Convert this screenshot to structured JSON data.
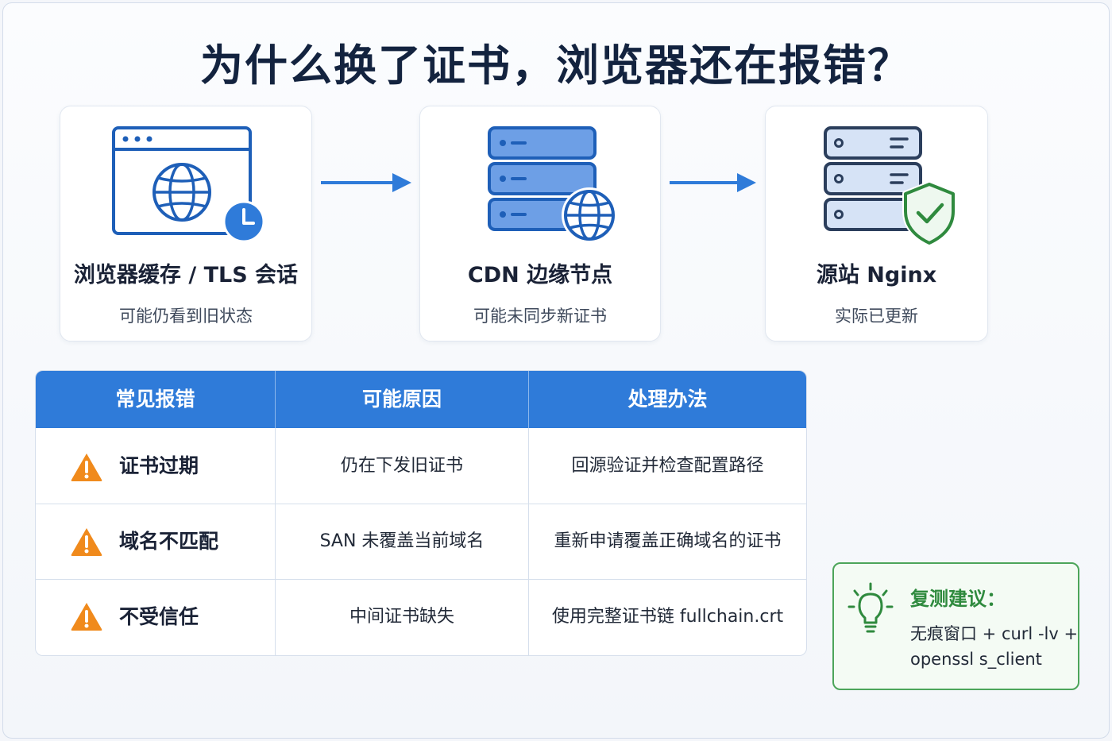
{
  "title": "为什么换了证书，浏览器还在报错？",
  "flow": [
    {
      "title": "浏览器缓存 / TLS 会话",
      "subtitle": "可能仍看到旧状态",
      "icon": "browser-clock-icon"
    },
    {
      "title": "CDN 边缘节点",
      "subtitle": "可能未同步新证书",
      "icon": "server-globe-icon"
    },
    {
      "title": "源站 Nginx",
      "subtitle": "实际已更新",
      "icon": "server-shield-icon"
    }
  ],
  "table": {
    "headers": [
      "常见报错",
      "可能原因",
      "处理办法"
    ],
    "rows": [
      {
        "error": "证书过期",
        "cause": "仍在下发旧证书",
        "fix": "回源验证并检查配置路径"
      },
      {
        "error": "域名不匹配",
        "cause": "SAN 未覆盖当前域名",
        "fix": "重新申请覆盖正确域名的证书"
      },
      {
        "error": "不受信任",
        "cause": "中间证书缺失",
        "fix": "使用完整证书链 fullchain.crt"
      }
    ]
  },
  "tip": {
    "title": "复测建议：",
    "line1": "无痕窗口 + curl -lv +",
    "line2": "openssl s_client",
    "icon": "lightbulb-icon"
  },
  "colors": {
    "accent": "#2f7bd9",
    "icon_blue": "#1e5fb8",
    "warning": "#f08a1c",
    "success": "#2f8a3e",
    "title": "#13233f"
  }
}
